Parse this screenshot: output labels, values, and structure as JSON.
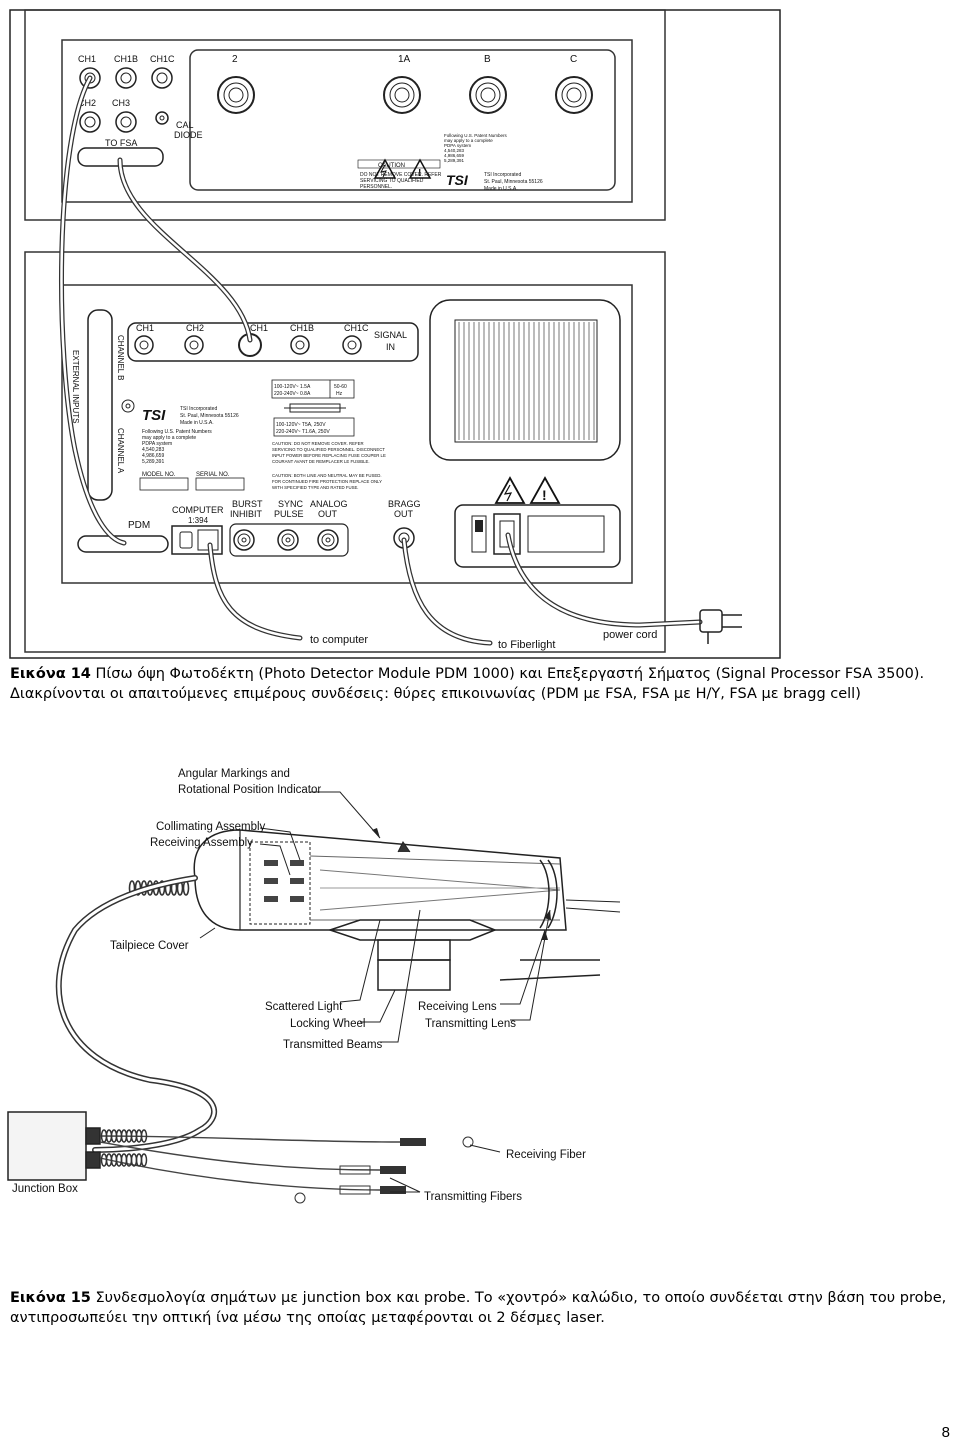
{
  "figure1": {
    "top_unit": {
      "labels": [
        "CH1",
        "CH1B",
        "CH1C",
        "CH2",
        "CH3",
        "CAL",
        "DIODE",
        "TO FSA",
        "2",
        "1A",
        "B",
        "C"
      ],
      "caution_title": "CAUTION",
      "caution_text": [
        "DO NOT REMOVE COVER. REFER",
        "SERVICING TO QUALIFIED",
        "PERSONNEL."
      ],
      "patent_text": [
        "Following U.S. Patent Numbers",
        "may apply to a complete",
        "PDPA system",
        "4,540,283",
        "4,986,659",
        "5,289,391"
      ],
      "brand": "TSI",
      "company": [
        "TSI Incorporated",
        "St. Paul, Minnesota 55126",
        "Made in U.S.A."
      ]
    },
    "bottom_unit": {
      "connector_labels": [
        "CH1",
        "CH2",
        "CH1",
        "CH1B",
        "CH1C"
      ],
      "signal_in": [
        "SIGNAL",
        "IN"
      ],
      "side_labels": [
        "EXTERNAL INPUTS",
        "CHANNEL B",
        "CHANNEL A"
      ],
      "pdm": "PDM",
      "rating": [
        "100-120V~  1.5A",
        "220-240V~  0.8A",
        "50-60",
        "Hz"
      ],
      "fuse": [
        "100-120V~  T5A, 250V",
        "220-240V~  T1.6A, 250V"
      ],
      "brand": "TSI",
      "company": [
        "TSI Incorporated",
        "St. Paul, Minnesota 55126",
        "Made in U.S.A."
      ],
      "patent_text": [
        "Following U.S. Patent Numbers",
        "may apply to a complete",
        "PDPA system",
        "4,540,283",
        "4,986,659",
        "5,289,391"
      ],
      "caution_text": [
        "CAUTION: DO NOT REMOVE COVER. REFER",
        "SERVICING TO QUALIFIED PERSONNEL. DISCONNECT",
        "INPUT POWER BEFORE REPLACING FUSE COUPER LE",
        "COURANT AVANT DE REMPLACER LE FUSIBLE."
      ],
      "caution2_text": [
        "CAUTION: BOTH LINE AND NEUTRAL MAY BE FUSED.",
        "FOR CONTINUED FIRE PROTECTION REPLACE ONLY",
        "WITH SPECIFIED TYPE AND RATED FUSE."
      ],
      "model_no": "MODEL NO.",
      "serial_no": "SERIAL NO.",
      "port_labels": {
        "computer": [
          "COMPUTER",
          "1:394"
        ],
        "burst": [
          "BURST",
          "INHIBIT"
        ],
        "sync": [
          "SYNC",
          "PULSE"
        ],
        "analog": [
          "ANALOG",
          "OUT"
        ],
        "bragg": [
          "BRAGG",
          "OUT"
        ]
      },
      "cable_labels": [
        "to computer",
        "to Fiberlight",
        "power cord"
      ]
    }
  },
  "caption1": {
    "label": "Εικόνα 14",
    "text": " Πίσω όψη Φωτοδέκτη (Photo Detector Module PDM 1000) και Επεξεργαστή Σήματος (Signal Processor FSA 3500). Διακρίνονται οι απαιτούμενες επιμέρους συνδέσεις: θύρες επικοινωνίας (PDM με FSA, FSA με Η/Υ, FSA με bragg cell)"
  },
  "figure2": {
    "labels": {
      "angular": [
        "Angular Markings and",
        "Rotational Position Indicator"
      ],
      "collimating": "Collimating Assembly",
      "receiving_asm": "Receiving Assembly",
      "tailpiece": "Tailpiece Cover",
      "scattered": "Scattered Light",
      "locking": "Locking Wheel",
      "transmitted": "Transmitted Beams",
      "receiving_lens": "Receiving Lens",
      "transmitting_lens": "Transmitting Lens",
      "receiving_fiber": "Receiving Fiber",
      "transmitting_fibers": "Transmitting Fibers",
      "junction": "Junction Box"
    }
  },
  "caption2": {
    "label": "Εικόνα 15",
    "text": " Συνδεσμολογία σημάτων με junction box και probe. Το «χοντρό» καλώδιο, το οποίο συνδέεται στην βάση του probe, αντιπροσωπεύει την οπτική ίνα μέσω της οποίας μεταφέρονται οι 2 δέσμες laser."
  },
  "page_number": "8"
}
